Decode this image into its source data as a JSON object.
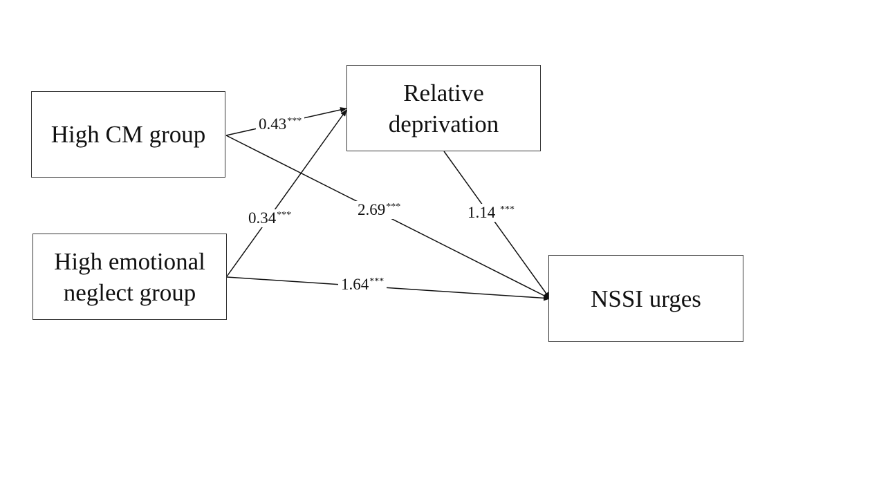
{
  "nodes": {
    "high_cm": "High CM group",
    "high_en_line1": "High emotional",
    "high_en_line2": "neglect group",
    "rd_line1": "Relative",
    "rd_line2": "deprivation",
    "nssi": "NSSI urges"
  },
  "paths": [
    {
      "from": "High CM group",
      "to": "Relative deprivation",
      "coef": "0.43",
      "sig": "***"
    },
    {
      "from": "High emotional neglect group",
      "to": "Relative deprivation",
      "coef": "0.34",
      "sig": "***"
    },
    {
      "from": "High CM group",
      "to": "NSSI urges",
      "coef": "2.69",
      "sig": "***"
    },
    {
      "from": "Relative deprivation",
      "to": "NSSI urges",
      "coef": "1.14",
      "sig": "***"
    },
    {
      "from": "High emotional neglect group",
      "to": "NSSI urges",
      "coef": "1.64",
      "sig": "***"
    }
  ]
}
